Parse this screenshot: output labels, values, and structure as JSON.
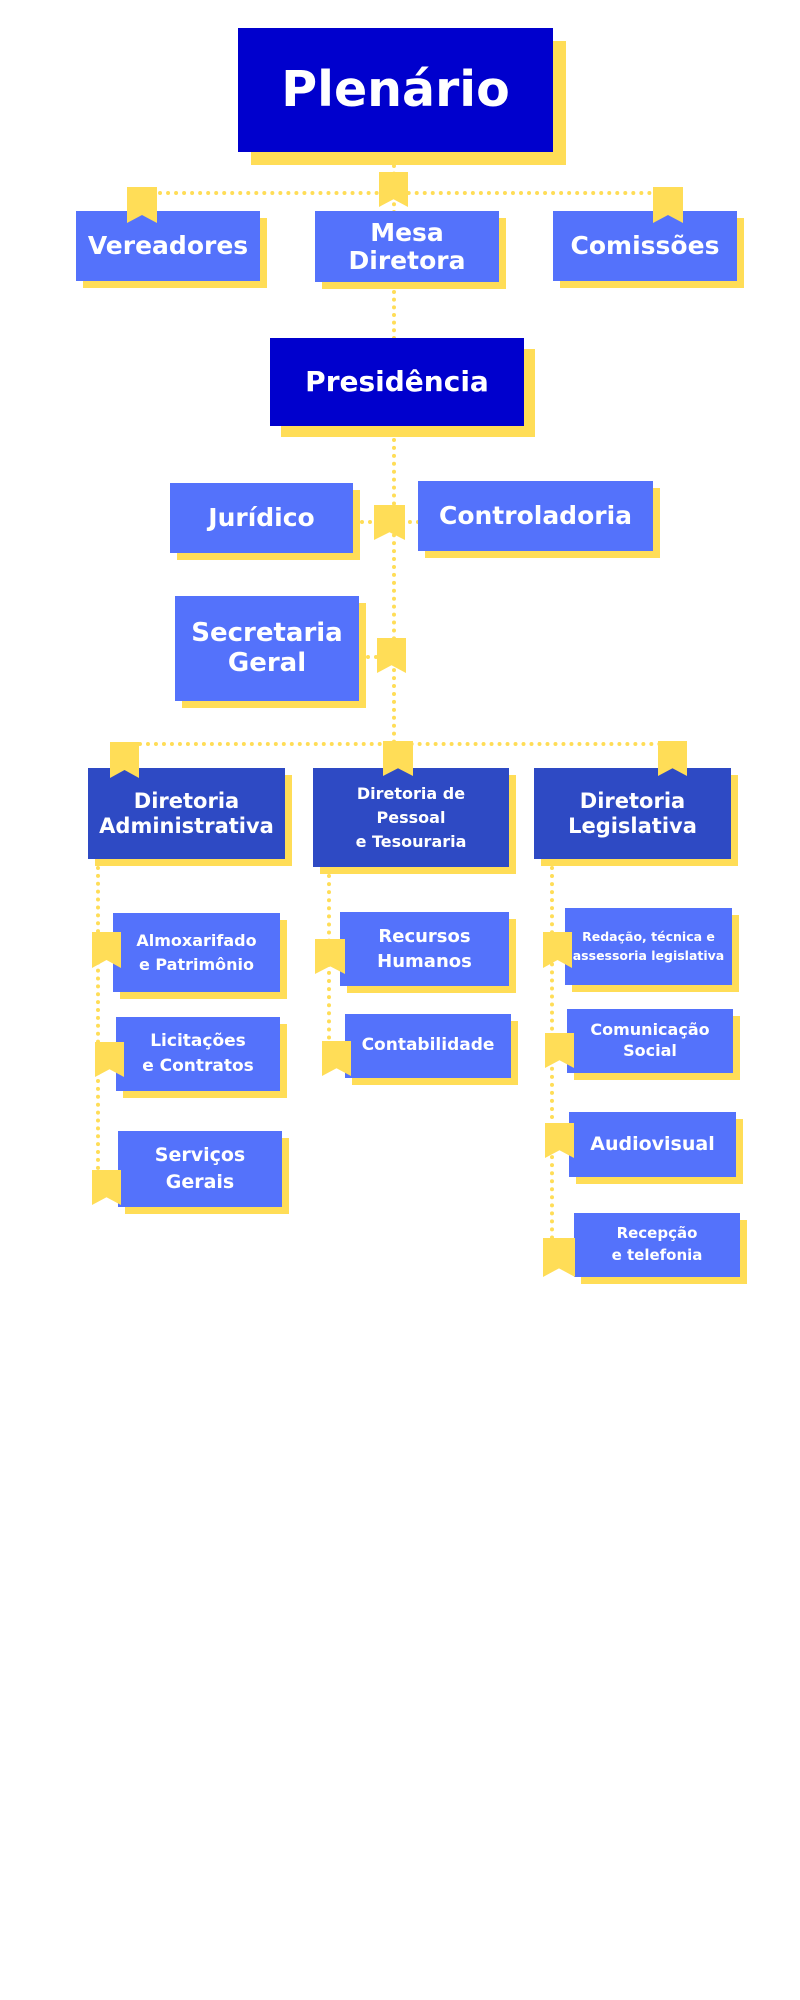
{
  "colors": {
    "top_level": "#0000CD",
    "unit": "#5472FB",
    "directorate": "#2E4AC4",
    "accent": "#FFDD57",
    "text": "#FFFFFF"
  },
  "chart": {
    "plenario": "Plenário",
    "level2": {
      "vereadores": "Vereadores",
      "mesa_diretora": "Mesa\nDiretora",
      "comissoes": "Comissões"
    },
    "presidencia": "Presidência",
    "level4": {
      "juridico": "Jurídico",
      "controladoria": "Controladoria"
    },
    "secretaria_geral": "Secretaria\nGeral",
    "diretorias": [
      {
        "name": "Diretoria\nAdministrativa",
        "units": [
          "Almoxarifado\ne Patrimônio",
          "Licitações\ne Contratos",
          "Serviços\nGerais"
        ]
      },
      {
        "name": "Diretoria de\nPessoal\ne Tesouraria",
        "units": [
          "Recursos\nHumanos",
          "Contabilidade"
        ]
      },
      {
        "name": "Diretoria\nLegislativa",
        "units": [
          "Redação, técnica e\nassessoria legislativa",
          "Comunicação\nSocial",
          "Audiovisual",
          "Recepção\ne telefonia"
        ]
      }
    ]
  }
}
